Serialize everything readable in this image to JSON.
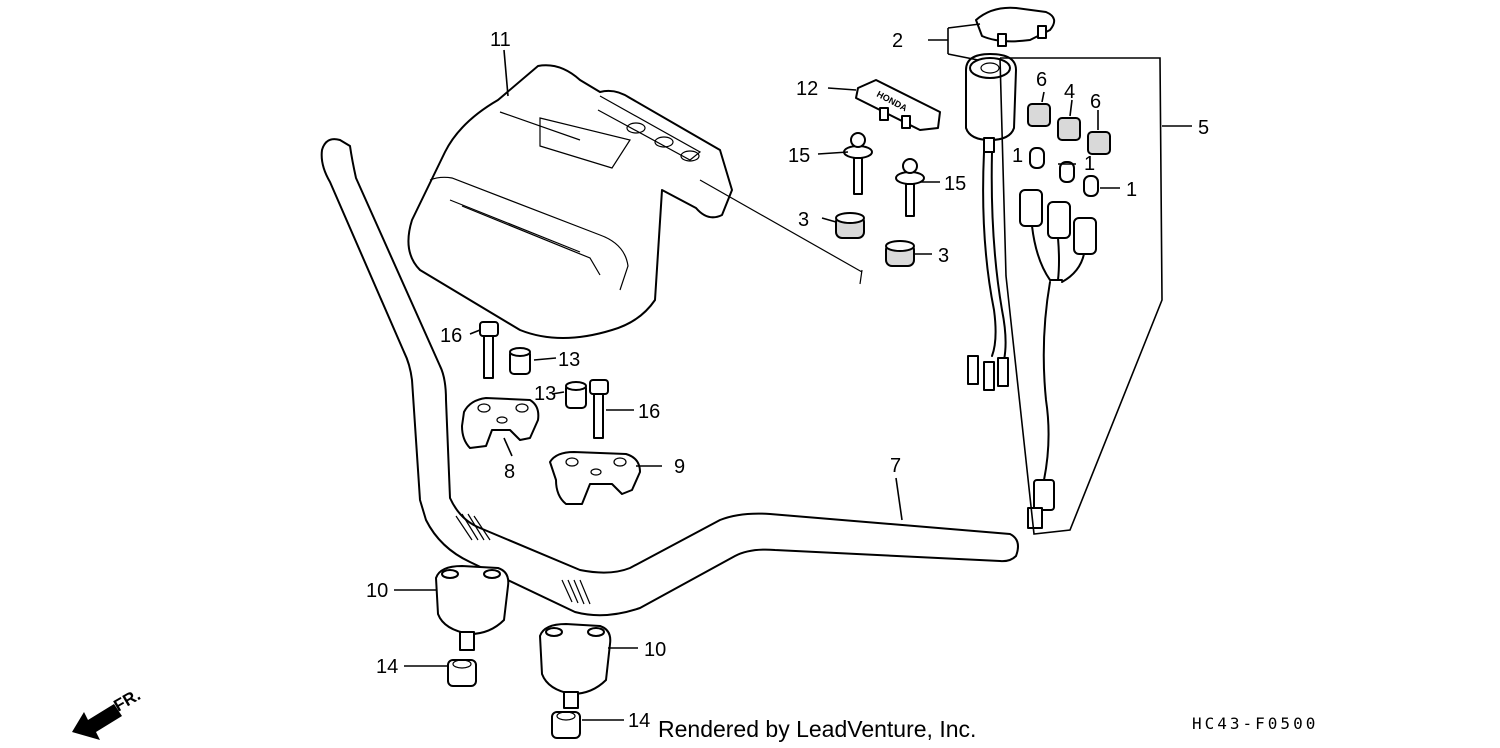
{
  "diagram": {
    "callouts": [
      "1",
      "2",
      "3",
      "4",
      "5",
      "6",
      "7",
      "8",
      "9",
      "10",
      "11",
      "12",
      "13",
      "14",
      "15",
      "16"
    ],
    "front_marker": "FR.",
    "emblem_text": "HONDA",
    "credit": "Rendered by LeadVenture, Inc.",
    "drawing_code": "HC43-F0500"
  }
}
